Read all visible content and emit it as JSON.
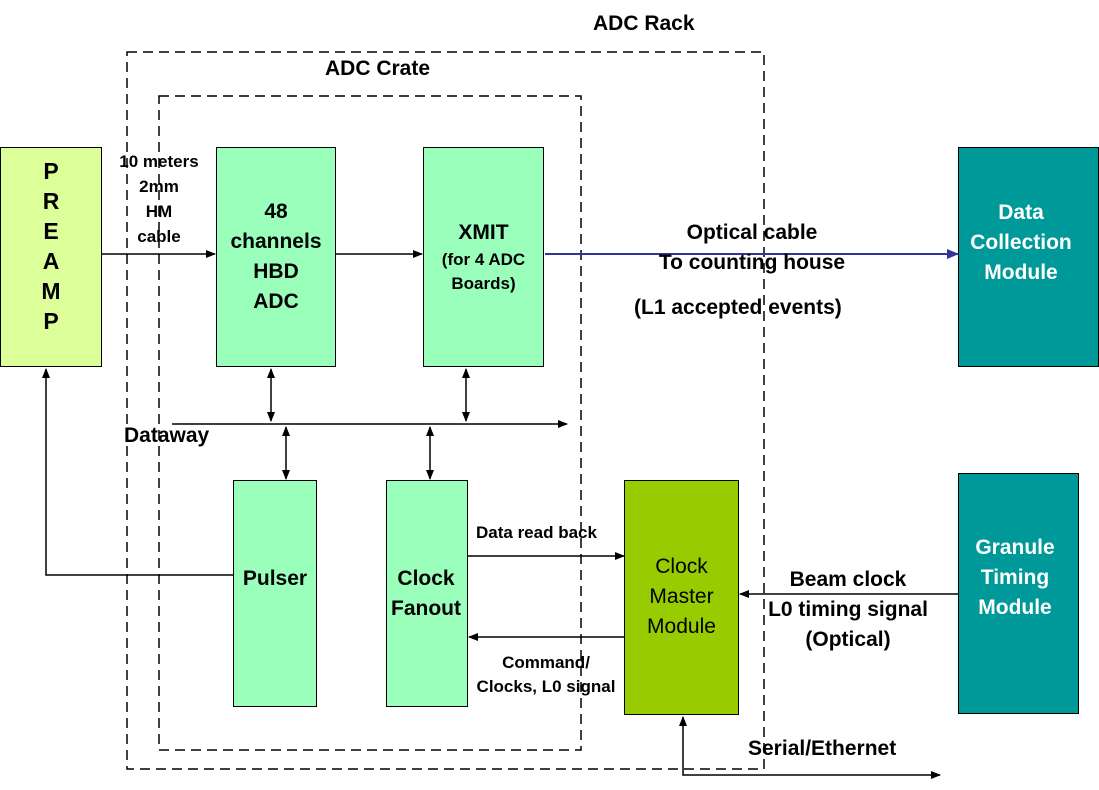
{
  "labels": {
    "adc_rack": "ADC Rack",
    "adc_crate": "ADC Crate",
    "dataway": "Dataway",
    "data_read_back": "Data read back",
    "command_line1": "Command/",
    "command_line2": "Clocks, L0 signal",
    "serial_ethernet": "Serial/Ethernet",
    "optical_line1": "Optical cable",
    "optical_line2": "To counting house",
    "l1_events": "(L1 accepted events)",
    "beam_line1": "Beam clock",
    "beam_line2": "L0 timing signal",
    "beam_line3": "(Optical)",
    "cable_line1": "10 meters",
    "cable_line2": "2mm",
    "cable_line3": "HM",
    "cable_line4": "cable"
  },
  "blocks": {
    "preamp": [
      "P",
      "R",
      "E",
      "A",
      "M",
      "P"
    ],
    "adc": [
      "48",
      "channels",
      "HBD",
      "ADC"
    ],
    "xmit": {
      "title": "XMIT",
      "sub1": "(for 4 ADC",
      "sub2": "Boards)"
    },
    "pulser": "Pulser",
    "clock_fanout": [
      "Clock",
      "Fanout"
    ],
    "clock_master": [
      "Clock",
      "Master",
      "Module"
    ],
    "data_collection": [
      "Data",
      "Collection",
      "Module"
    ],
    "granule_timing": [
      "Granule",
      "Timing",
      "Module"
    ]
  },
  "colors": {
    "preamp": "#ddff99",
    "board": "#99ffbb",
    "teal": "#009999",
    "lime": "#99cc00",
    "optical_line": "#333399"
  }
}
